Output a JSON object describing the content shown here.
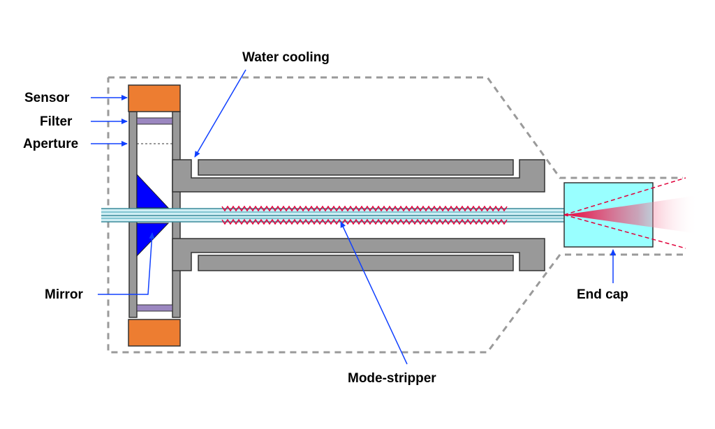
{
  "labels": {
    "sensor": "Sensor",
    "filter": "Filter",
    "aperture": "Aperture",
    "mirror": "Mirror",
    "water_cooling": "Water cooling",
    "mode_stripper": "Mode-stripper",
    "end_cap": "End cap"
  },
  "colors": {
    "sensor": "#ed7d31",
    "filter": "#9b87c0",
    "mirror": "#0000ff",
    "housing": "#999999",
    "end_cap": "#99ffff",
    "fiber": "#9ad9e6",
    "beam": "#e8003a",
    "arrow": "#1040ff",
    "outline": "#9a9a9a"
  }
}
